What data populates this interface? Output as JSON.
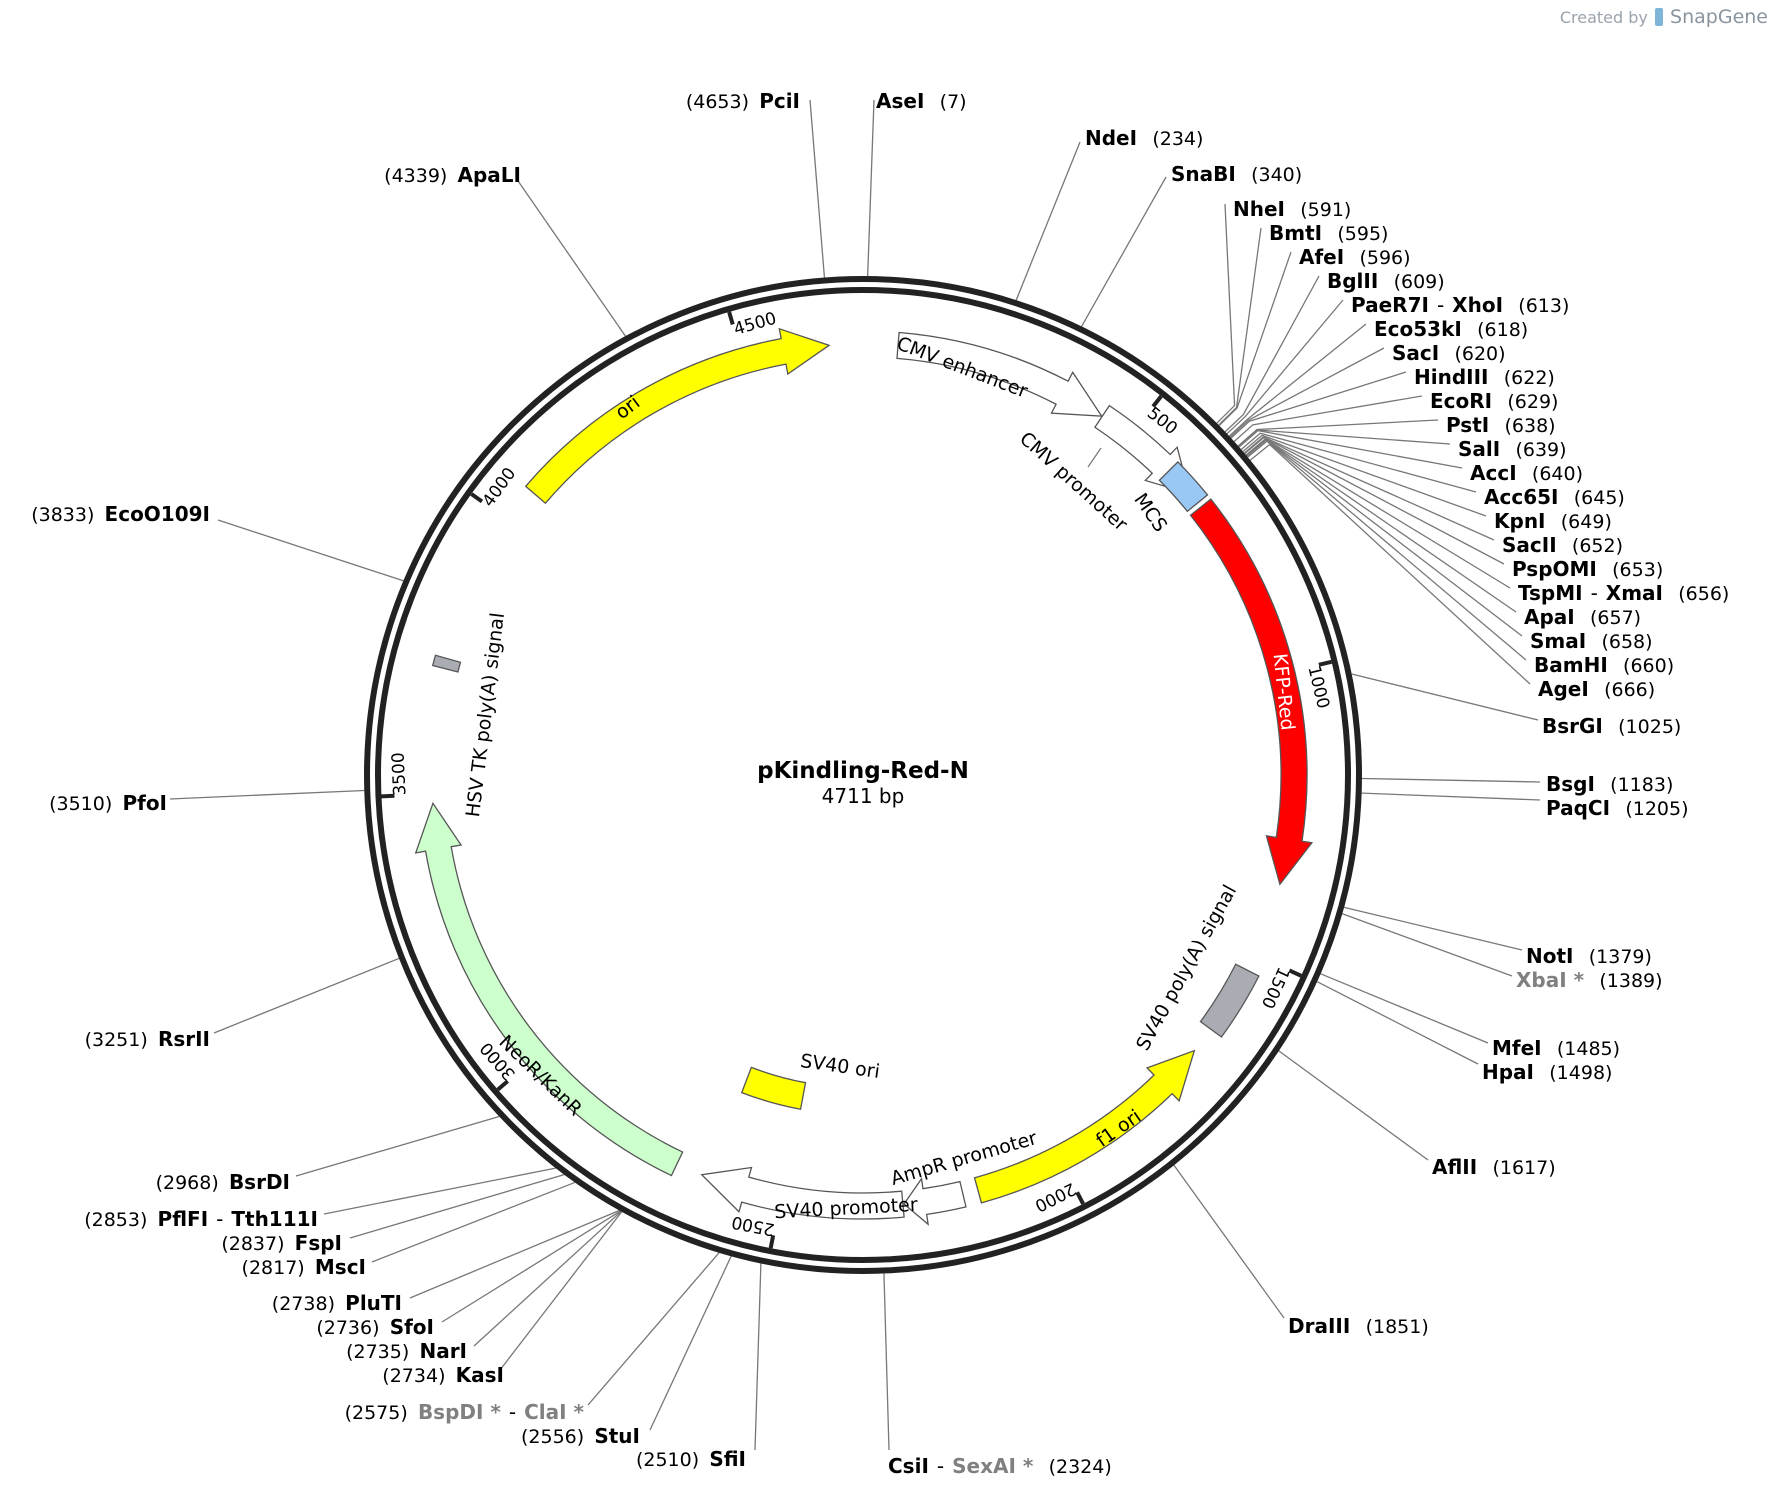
{
  "watermark": {
    "prefix": "Created by",
    "brand": "SnapGene"
  },
  "plasmid": {
    "name": "pKindling-Red-N",
    "length_label": "4711 bp",
    "length": 4711
  },
  "ticks": [
    {
      "pos": 500,
      "label": "500"
    },
    {
      "pos": 1000,
      "label": "1000"
    },
    {
      "pos": 1500,
      "label": "1500"
    },
    {
      "pos": 2000,
      "label": "2000"
    },
    {
      "pos": 2500,
      "label": "2500"
    },
    {
      "pos": 3000,
      "label": "3000"
    },
    {
      "pos": 3500,
      "label": "3500"
    },
    {
      "pos": 4000,
      "label": "4000"
    },
    {
      "pos": 4500,
      "label": "4500"
    }
  ],
  "features": [
    {
      "name": "CMV enhancer",
      "start": 61,
      "end": 440,
      "color": "#ffffff",
      "arrow": true,
      "strand": 1,
      "label_inside": true
    },
    {
      "name": "CMV promoter",
      "start": 441,
      "end": 644,
      "color": "#ffffff",
      "arrow": true,
      "strand": 1,
      "label_inside": false
    },
    {
      "name": "MCS",
      "start": 591,
      "end": 666,
      "color": "#99c8f5",
      "arrow": false,
      "strand": 0,
      "label_inside": false
    },
    {
      "name": "KFP-Red",
      "start": 675,
      "end": 1370,
      "color": "#ff0000",
      "arrow": true,
      "strand": 1,
      "label_inside": true,
      "label_color": "#ffffff"
    },
    {
      "name": "SV40 poly(A) signal",
      "start": 1530,
      "end": 1651,
      "color": "#a9adb3",
      "arrow": false,
      "strand": 0,
      "label_inside": false
    },
    {
      "name": "f1 ori",
      "start": 1698,
      "end": 2153,
      "color": "#ffff00",
      "arrow": true,
      "strand": -1,
      "label_inside": true
    },
    {
      "name": "AmpR promoter",
      "start": 2180,
      "end": 2284,
      "color": "#ffffff",
      "arrow": true,
      "strand": 1,
      "label_inside": false
    },
    {
      "name": "SV40 promoter",
      "start": 2286,
      "end": 2643,
      "color": "#ffffff",
      "arrow": true,
      "strand": 1,
      "label_inside": true
    },
    {
      "name": "SV40 ori",
      "start": 2494,
      "end": 2629,
      "color": "#ffff00",
      "arrow": false,
      "strand": 0,
      "label_inside": false
    },
    {
      "name": "NeoR/KanR",
      "start": 2690,
      "end": 3484,
      "color": "#ccffcc",
      "arrow": true,
      "strand": 1,
      "label_inside": true
    },
    {
      "name": "HSV TK poly(A) signal",
      "start": 3720,
      "end": 3738,
      "color": "#a9adb3",
      "arrow": false,
      "strand": 0,
      "label_inside": false
    },
    {
      "name": "ori",
      "start": 4064,
      "end": 4652,
      "color": "#ffff00",
      "arrow": true,
      "strand": 1,
      "label_inside": true
    }
  ],
  "sites": [
    {
      "names": [
        "PciI"
      ],
      "grey": [
        false
      ],
      "pos": "4653",
      "bp": 4653,
      "side": "left"
    },
    {
      "names": [
        "AseI"
      ],
      "grey": [
        false
      ],
      "pos": "7",
      "bp": 7,
      "side": "right"
    },
    {
      "names": [
        "NdeI"
      ],
      "grey": [
        false
      ],
      "pos": "234",
      "bp": 234,
      "side": "right"
    },
    {
      "names": [
        "SnaBI"
      ],
      "grey": [
        false
      ],
      "pos": "340",
      "bp": 340,
      "side": "right"
    },
    {
      "names": [
        "NheI"
      ],
      "grey": [
        false
      ],
      "pos": "591",
      "bp": 591,
      "side": "right"
    },
    {
      "names": [
        "BmtI"
      ],
      "grey": [
        false
      ],
      "pos": "595",
      "bp": 595,
      "side": "right"
    },
    {
      "names": [
        "AfeI"
      ],
      "grey": [
        false
      ],
      "pos": "596",
      "bp": 596,
      "side": "right"
    },
    {
      "names": [
        "BglII"
      ],
      "grey": [
        false
      ],
      "pos": "609",
      "bp": 609,
      "side": "right"
    },
    {
      "names": [
        "PaeR7I",
        "XhoI"
      ],
      "grey": [
        false,
        false
      ],
      "pos": "613",
      "bp": 613,
      "side": "right"
    },
    {
      "names": [
        "Eco53kI"
      ],
      "grey": [
        false
      ],
      "pos": "618",
      "bp": 618,
      "side": "right"
    },
    {
      "names": [
        "SacI"
      ],
      "grey": [
        false
      ],
      "pos": "620",
      "bp": 620,
      "side": "right"
    },
    {
      "names": [
        "HindIII"
      ],
      "grey": [
        false
      ],
      "pos": "622",
      "bp": 622,
      "side": "right"
    },
    {
      "names": [
        "EcoRI"
      ],
      "grey": [
        false
      ],
      "pos": "629",
      "bp": 629,
      "side": "right"
    },
    {
      "names": [
        "PstI"
      ],
      "grey": [
        false
      ],
      "pos": "638",
      "bp": 638,
      "side": "right"
    },
    {
      "names": [
        "SalI"
      ],
      "grey": [
        false
      ],
      "pos": "639",
      "bp": 639,
      "side": "right"
    },
    {
      "names": [
        "AccI"
      ],
      "grey": [
        false
      ],
      "pos": "640",
      "bp": 640,
      "side": "right"
    },
    {
      "names": [
        "Acc65I"
      ],
      "grey": [
        false
      ],
      "pos": "645",
      "bp": 645,
      "side": "right"
    },
    {
      "names": [
        "KpnI"
      ],
      "grey": [
        false
      ],
      "pos": "649",
      "bp": 649,
      "side": "right"
    },
    {
      "names": [
        "SacII"
      ],
      "grey": [
        false
      ],
      "pos": "652",
      "bp": 652,
      "side": "right"
    },
    {
      "names": [
        "PspOMI"
      ],
      "grey": [
        false
      ],
      "pos": "653",
      "bp": 653,
      "side": "right"
    },
    {
      "names": [
        "TspMI",
        "XmaI"
      ],
      "grey": [
        false,
        false
      ],
      "pos": "656",
      "bp": 656,
      "side": "right"
    },
    {
      "names": [
        "ApaI"
      ],
      "grey": [
        false
      ],
      "pos": "657",
      "bp": 657,
      "side": "right"
    },
    {
      "names": [
        "SmaI"
      ],
      "grey": [
        false
      ],
      "pos": "658",
      "bp": 658,
      "side": "right"
    },
    {
      "names": [
        "BamHI"
      ],
      "grey": [
        false
      ],
      "pos": "660",
      "bp": 660,
      "side": "right"
    },
    {
      "names": [
        "AgeI"
      ],
      "grey": [
        false
      ],
      "pos": "666",
      "bp": 666,
      "side": "right"
    },
    {
      "names": [
        "BsrGI"
      ],
      "grey": [
        false
      ],
      "pos": "1025",
      "bp": 1025,
      "side": "right"
    },
    {
      "names": [
        "BsgI"
      ],
      "grey": [
        false
      ],
      "pos": "1183",
      "bp": 1183,
      "side": "right"
    },
    {
      "names": [
        "PaqCI"
      ],
      "grey": [
        false
      ],
      "pos": "1205",
      "bp": 1205,
      "side": "right"
    },
    {
      "names": [
        "NotI"
      ],
      "grey": [
        false
      ],
      "pos": "1379",
      "bp": 1379,
      "side": "right"
    },
    {
      "names": [
        "XbaI *"
      ],
      "grey": [
        true
      ],
      "pos": "1389",
      "bp": 1389,
      "side": "right"
    },
    {
      "names": [
        "MfeI"
      ],
      "grey": [
        false
      ],
      "pos": "1485",
      "bp": 1485,
      "side": "right"
    },
    {
      "names": [
        "HpaI"
      ],
      "grey": [
        false
      ],
      "pos": "1498",
      "bp": 1498,
      "side": "right"
    },
    {
      "names": [
        "AflII"
      ],
      "grey": [
        false
      ],
      "pos": "1617",
      "bp": 1617,
      "side": "right"
    },
    {
      "names": [
        "DraIII"
      ],
      "grey": [
        false
      ],
      "pos": "1851",
      "bp": 1851,
      "side": "right"
    },
    {
      "names": [
        "CsiI",
        "SexAI *"
      ],
      "grey": [
        false,
        true
      ],
      "pos": "2324",
      "bp": 2324,
      "side": "right"
    },
    {
      "names": [
        "SfiI"
      ],
      "grey": [
        false
      ],
      "pos": "2510",
      "bp": 2510,
      "side": "left"
    },
    {
      "names": [
        "StuI"
      ],
      "grey": [
        false
      ],
      "pos": "2556",
      "bp": 2556,
      "side": "left"
    },
    {
      "names": [
        "BspDI *",
        "ClaI *"
      ],
      "grey": [
        true,
        true
      ],
      "pos": "2575",
      "bp": 2575,
      "side": "left"
    },
    {
      "names": [
        "KasI"
      ],
      "grey": [
        false
      ],
      "pos": "2734",
      "bp": 2734,
      "side": "left"
    },
    {
      "names": [
        "NarI"
      ],
      "grey": [
        false
      ],
      "pos": "2735",
      "bp": 2735,
      "side": "left"
    },
    {
      "names": [
        "SfoI"
      ],
      "grey": [
        false
      ],
      "pos": "2736",
      "bp": 2736,
      "side": "left"
    },
    {
      "names": [
        "PluTI"
      ],
      "grey": [
        false
      ],
      "pos": "2738",
      "bp": 2738,
      "side": "left"
    },
    {
      "names": [
        "MscI"
      ],
      "grey": [
        false
      ],
      "pos": "2817",
      "bp": 2817,
      "side": "left"
    },
    {
      "names": [
        "FspI"
      ],
      "grey": [
        false
      ],
      "pos": "2837",
      "bp": 2837,
      "side": "left"
    },
    {
      "names": [
        "PflFI",
        "Tth111I"
      ],
      "grey": [
        false,
        false
      ],
      "pos": "2853",
      "bp": 2853,
      "side": "left"
    },
    {
      "names": [
        "BsrDI"
      ],
      "grey": [
        false
      ],
      "pos": "2968",
      "bp": 2968,
      "side": "left"
    },
    {
      "names": [
        "RsrII"
      ],
      "grey": [
        false
      ],
      "pos": "3251",
      "bp": 3251,
      "side": "left"
    },
    {
      "names": [
        "PfoI"
      ],
      "grey": [
        false
      ],
      "pos": "3510",
      "bp": 3510,
      "side": "left"
    },
    {
      "names": [
        "EcoO109I"
      ],
      "grey": [
        false
      ],
      "pos": "3833",
      "bp": 3833,
      "side": "left"
    },
    {
      "names": [
        "ApaLI"
      ],
      "grey": [
        false
      ],
      "pos": "4339",
      "bp": 4339,
      "side": "left"
    }
  ]
}
